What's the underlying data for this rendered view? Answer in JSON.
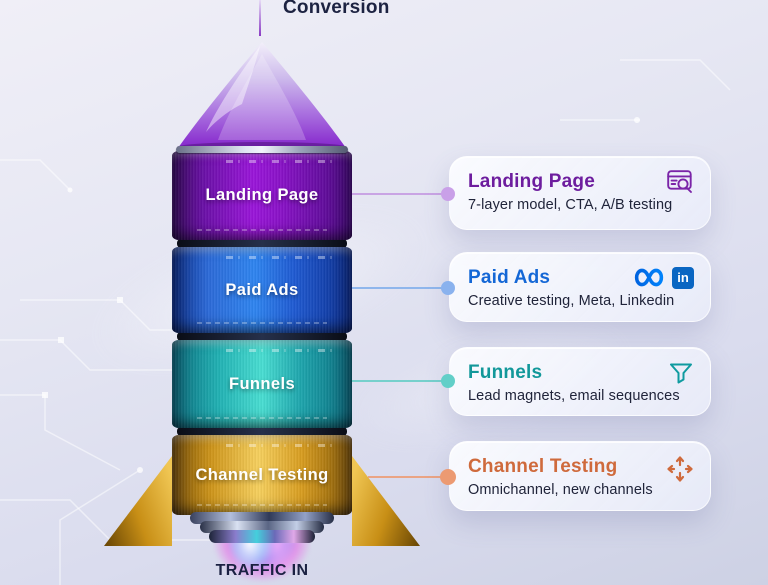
{
  "page": {
    "top_label": "Conversion",
    "bottom_label": "TRAFFIC IN"
  },
  "rocket": {
    "stages": [
      {
        "label": "Landing Page",
        "color": "#9a16d9"
      },
      {
        "label": "Paid Ads",
        "color": "#2f85f0"
      },
      {
        "label": "Funnels",
        "color": "#49ded2"
      },
      {
        "label": "Channel Testing",
        "color": "#f6d05e"
      }
    ]
  },
  "cards": [
    {
      "title": "Landing Page",
      "subtitle": "7-layer model, CTA, A/B testing",
      "accent": "#6d1d9e",
      "icon": "browser-search-icon"
    },
    {
      "title": "Paid Ads",
      "subtitle": "Creative testing, Meta, Linkedin",
      "accent": "#1467d6",
      "icon": "meta-icon linkedin-icon"
    },
    {
      "title": "Funnels",
      "subtitle": "Lead magnets, email sequences",
      "accent": "#12989a",
      "icon": "funnel-icon"
    },
    {
      "title": "Channel Testing",
      "subtitle": "Omnichannel, new channels",
      "accent": "#cf6a3c",
      "icon": "move-arrows-icon"
    }
  ],
  "logos": {
    "linkedin": "in"
  },
  "connectors": [
    {
      "color": "#c9a4e4"
    },
    {
      "color": "#8fb6ec"
    },
    {
      "color": "#76d0cc"
    },
    {
      "color": "#eaa484"
    }
  ]
}
